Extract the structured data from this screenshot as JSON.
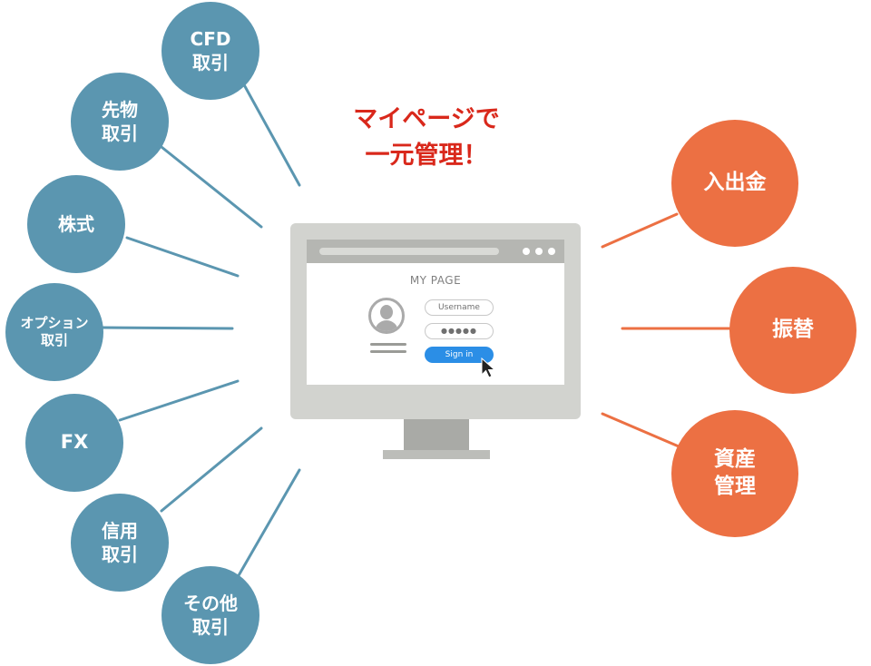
{
  "headline": "マイページで\n一元管理！",
  "colors": {
    "service_circle": "#5b96b0",
    "action_circle": "#ec7043",
    "headline_text": "#d9281b",
    "sign_in_button": "#2b8ee6"
  },
  "services": [
    {
      "label": "CFD\n取引"
    },
    {
      "label": "先物\n取引"
    },
    {
      "label": "株式"
    },
    {
      "label": "オプション\n取引"
    },
    {
      "label": "FX"
    },
    {
      "label": "信用\n取引"
    },
    {
      "label": "その他\n取引"
    }
  ],
  "actions": [
    {
      "label": "入出金"
    },
    {
      "label": "振替"
    },
    {
      "label": "資産\n管理"
    }
  ],
  "screen": {
    "title": "MY PAGE",
    "username_placeholder": "Username",
    "password_mask": "●●●●●",
    "sign_in_label": "Sign in"
  }
}
